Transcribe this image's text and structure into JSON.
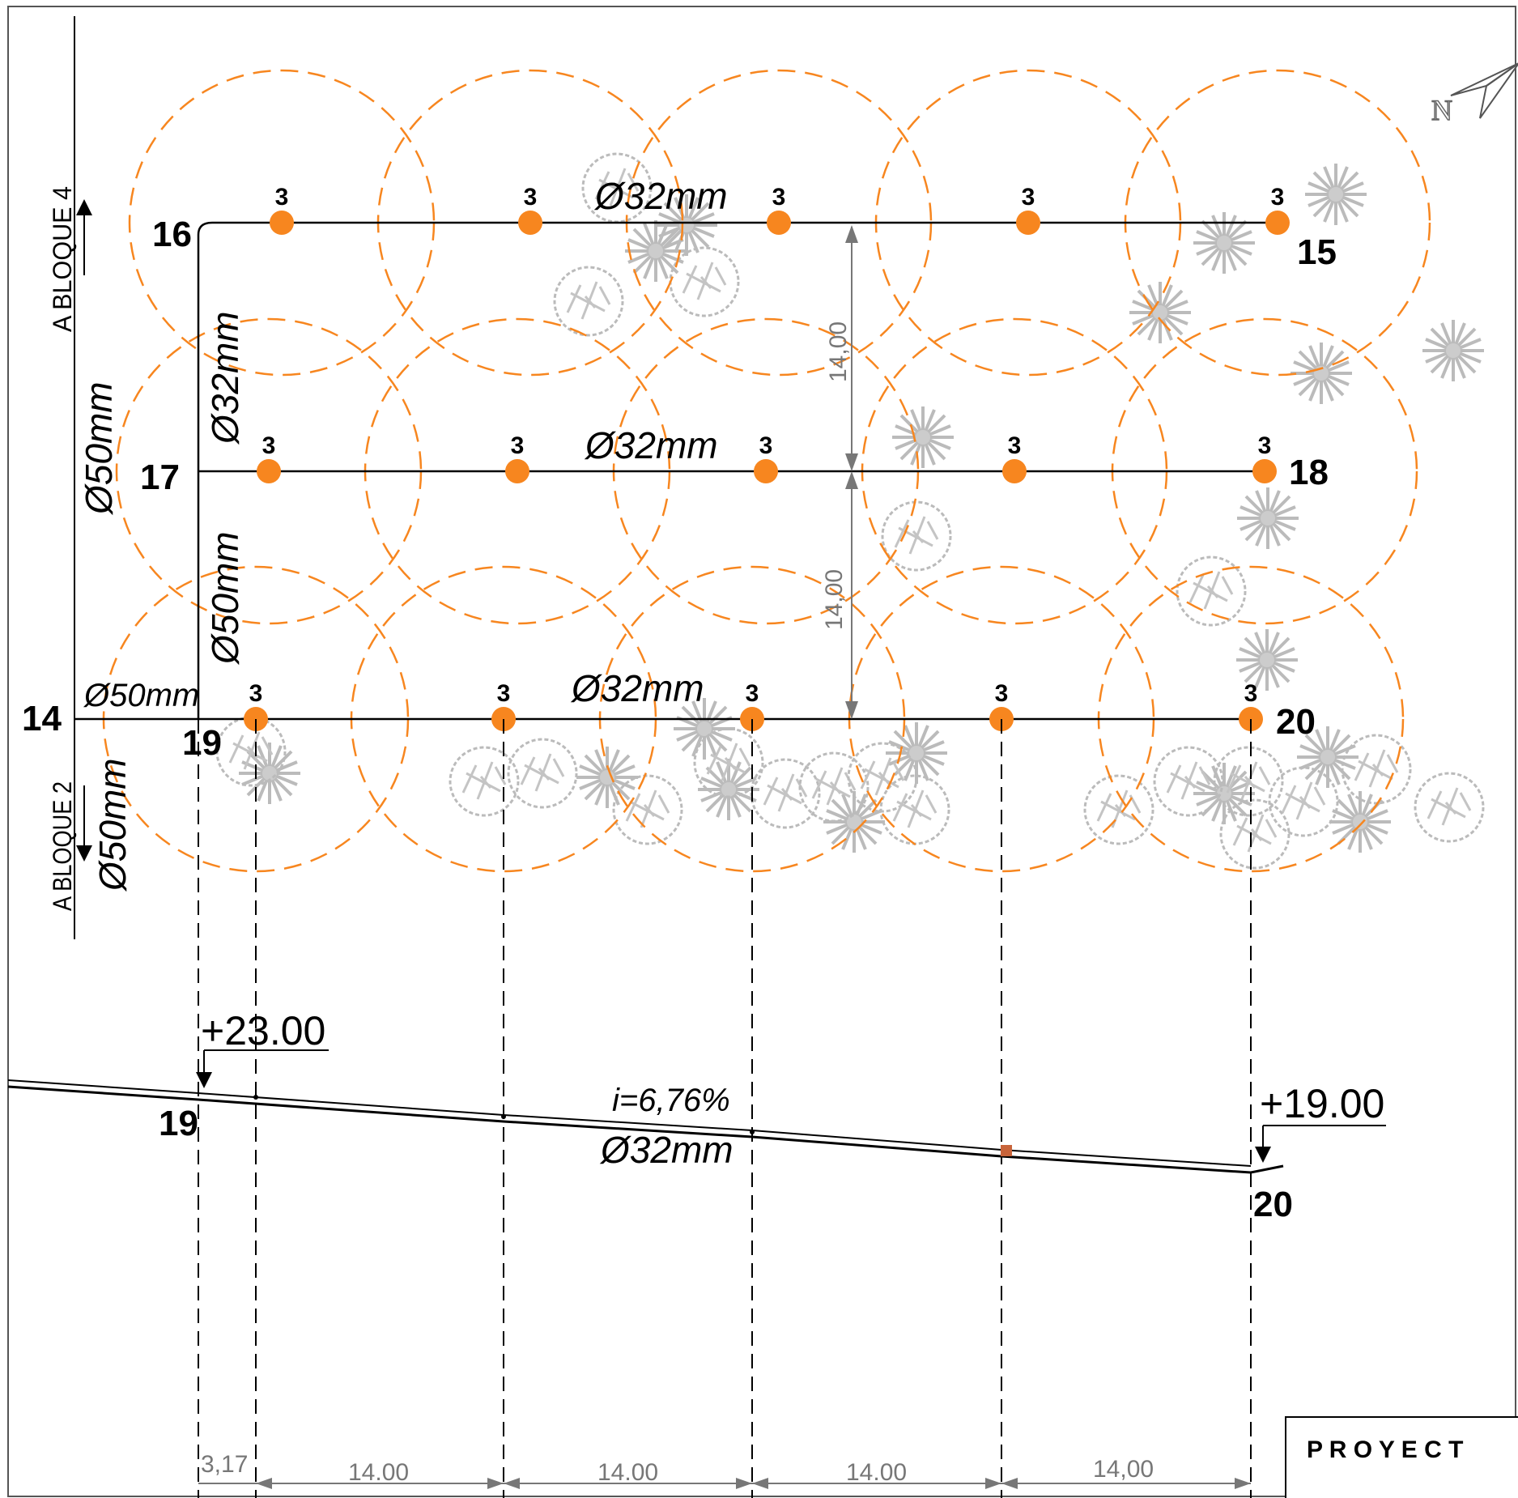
{
  "colors": {
    "sprinkler": "#F7861F",
    "coverage": "#F7861F",
    "pipe": "#000000",
    "vegetation": "#BBBBBB",
    "dimension": "#777777"
  },
  "icons": {
    "north_arrow": "north-arrow-icon",
    "vegetation": "tree-symbol-icon"
  },
  "north_label": "N",
  "bloque_labels": {
    "top": "A BLOQUE 4",
    "bottom": "A BLOQUE 2"
  },
  "node_labels": {
    "n14": "14",
    "n15": "15",
    "n16": "16",
    "n17": "17",
    "n18": "18",
    "n19": "19",
    "n20": "20"
  },
  "pipe_labels": {
    "row1": "Ø32mm",
    "row2": "Ø32mm",
    "row3": "Ø32mm",
    "vertical_1": "Ø32mm",
    "vertical_2": "Ø50mm",
    "left_main": "Ø50mm",
    "horizontal_main": "Ø50mm",
    "bottom_main": "Ø50mm"
  },
  "sprinkler_count": "3",
  "dimensions": {
    "spacing_vertical_1": "14,00",
    "spacing_vertical_2": "14,00",
    "bottom": [
      "3,17",
      "14.00",
      "14.00",
      "14.00",
      "14,00"
    ]
  },
  "profile": {
    "elevation_start": "+23.00",
    "elevation_end": "+19.00",
    "slope": "i=6,76%",
    "pipe": "Ø32mm",
    "start_node": "19",
    "end_node": "20"
  },
  "title_block": {
    "text": "P R O Y E C T"
  }
}
